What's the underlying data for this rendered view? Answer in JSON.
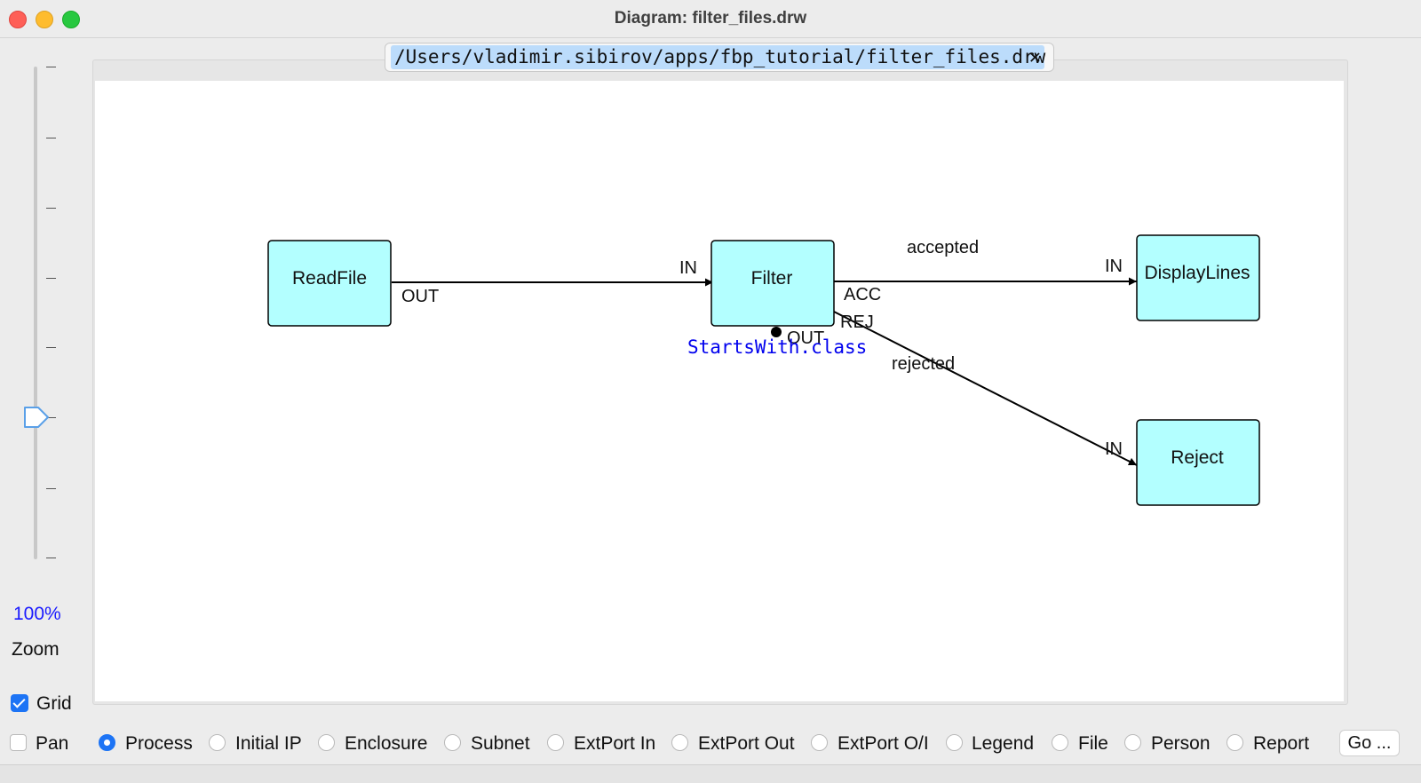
{
  "window": {
    "title": "Diagram: filter_files.drw"
  },
  "tab": {
    "path": "/Users/vladimir.sibirov/apps/fbp_tutorial/filter_files.drw",
    "close_glyph": "✕"
  },
  "zoom": {
    "value": "100%",
    "label": "Zoom",
    "level_percent": 100
  },
  "grid": {
    "label": "Grid",
    "checked": true
  },
  "diagram": {
    "processes": {
      "readfile": "ReadFile",
      "filter": "Filter",
      "displaylines": "DisplayLines",
      "reject": "Reject"
    },
    "ports": {
      "readfile_out": "OUT",
      "filter_in": "IN",
      "filter_acc": "ACC",
      "filter_rej": "REJ",
      "filter_out": "OUT",
      "displaylines_in": "IN",
      "reject_in": "IN"
    },
    "connection_labels": {
      "accepted": "accepted",
      "rejected": "rejected"
    },
    "component_class": "StartsWith.class",
    "colors": {
      "process_fill": "#b3ffff",
      "class_label": "#0000ee"
    }
  },
  "toolbar": {
    "pan": "Pan",
    "process": "Process",
    "initial_ip": "Initial IP",
    "enclosure": "Enclosure",
    "subnet": "Subnet",
    "extport_in": "ExtPort In",
    "extport_out": "ExtPort Out",
    "extport_oi": "ExtPort O/I",
    "legend": "Legend",
    "file": "File",
    "person": "Person",
    "report": "Report",
    "selected": "Process",
    "go_button": "Go ..."
  }
}
